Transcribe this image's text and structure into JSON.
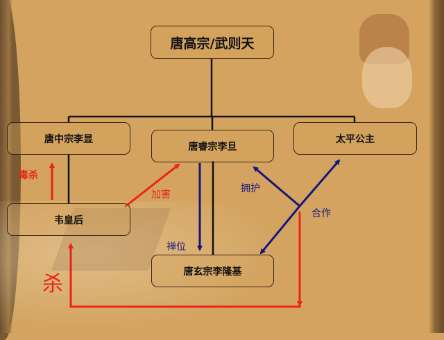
{
  "title": "唐高宗/武则天",
  "nodes": {
    "root": "唐高宗/武则天",
    "zhongzong": "唐中宗李显",
    "ruizong": "唐睿宗李旦",
    "taiping": "太平公主",
    "weihou": "韦皇后",
    "xuanzong": "唐玄宗李隆基"
  },
  "edge_labels": {
    "poison": "毒杀",
    "harm": "加害",
    "protect": "拥护",
    "cooperate": "合作",
    "abdicate": "禅位",
    "kill": "杀"
  },
  "colors": {
    "background": "#d3a35f",
    "red_arrow": "#e8241a",
    "blue_arrow": "#15157a",
    "tree_line": "#111111"
  }
}
